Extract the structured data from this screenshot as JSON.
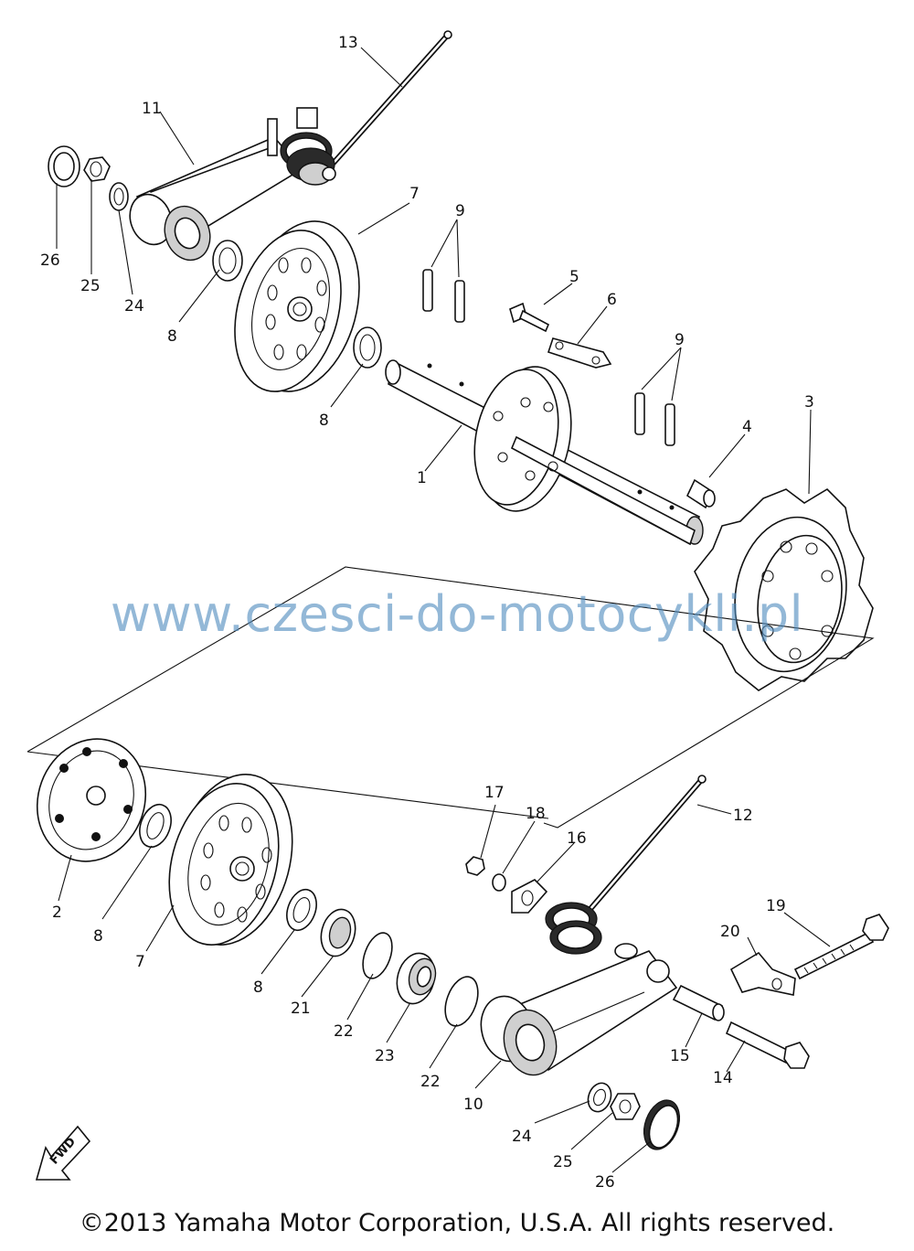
{
  "labels": {
    "p1": "1",
    "p2": "2",
    "p3": "3",
    "p4": "4",
    "p5": "5",
    "p6": "6",
    "p7a": "7",
    "p7b": "7",
    "p8a": "8",
    "p8b": "8",
    "p8c": "8",
    "p8d": "8",
    "p9a": "9",
    "p9b": "9",
    "p10": "10",
    "p11": "11",
    "p12": "12",
    "p13": "13",
    "p14": "14",
    "p15": "15",
    "p16": "16",
    "p17": "17",
    "p18": "18",
    "p19": "19",
    "p20": "20",
    "p21": "21",
    "p22a": "22",
    "p22b": "22",
    "p23": "23",
    "p24a": "24",
    "p24b": "24",
    "p25a": "25",
    "p25b": "25",
    "p26a": "26",
    "p26b": "26"
  },
  "fwd_label": "FWD",
  "watermark": "www.czesci-do-motocykli.pl",
  "copyright": "©2013 Yamaha Motor Corporation, U.S.A. All rights reserved."
}
